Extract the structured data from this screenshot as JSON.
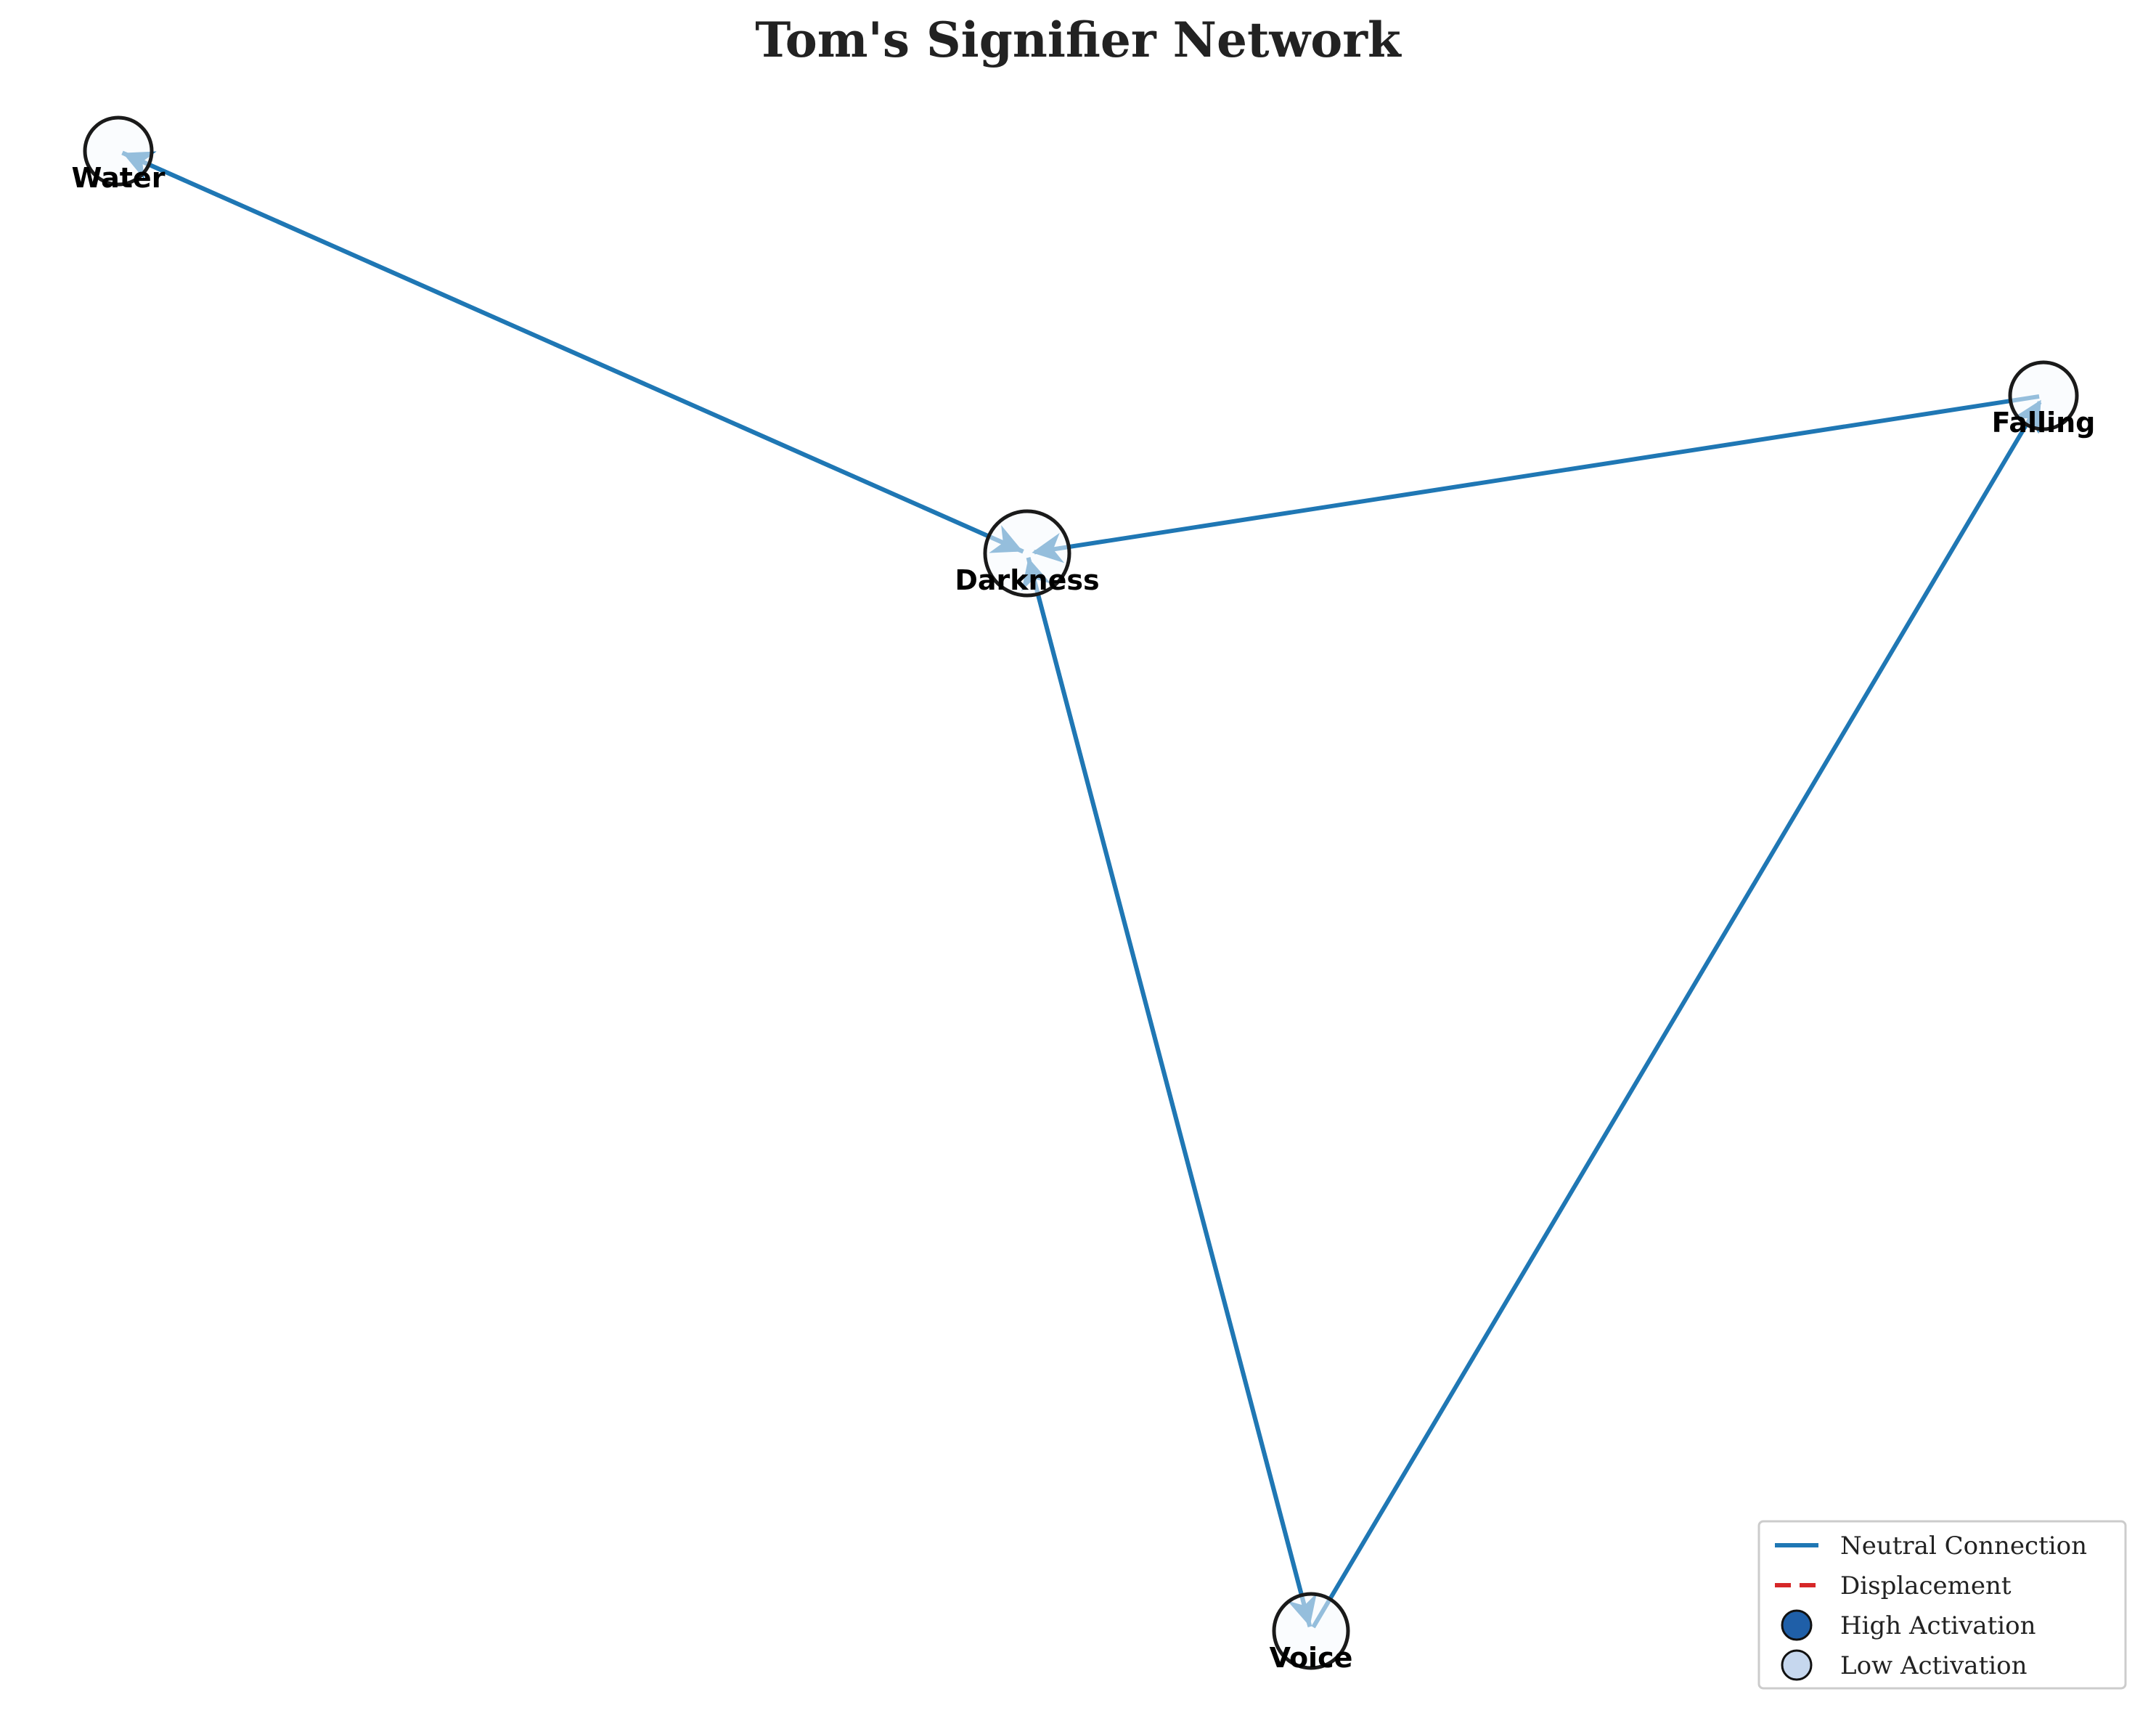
{
  "title": "Tom's Signifier Network",
  "nodes": [
    {
      "id": "water",
      "label": "Water",
      "activation": "low"
    },
    {
      "id": "darkness",
      "label": "Darkness",
      "activation": "low"
    },
    {
      "id": "falling",
      "label": "Falling",
      "activation": "low"
    },
    {
      "id": "voice",
      "label": "Voice",
      "activation": "low"
    }
  ],
  "edges": [
    {
      "source": "darkness",
      "target": "water",
      "type": "neutral"
    },
    {
      "source": "water",
      "target": "darkness",
      "type": "neutral"
    },
    {
      "source": "falling",
      "target": "darkness",
      "type": "neutral"
    },
    {
      "source": "voice",
      "target": "darkness",
      "type": "neutral"
    },
    {
      "source": "darkness",
      "target": "voice",
      "type": "neutral"
    },
    {
      "source": "voice",
      "target": "falling",
      "type": "neutral"
    }
  ],
  "legend": {
    "position": "bottom-right",
    "items": [
      {
        "label": "Neutral Connection",
        "kind": "solid-line",
        "color": "#1f77b4"
      },
      {
        "label": "Displacement",
        "kind": "dashed-line",
        "color": "#d62728"
      },
      {
        "label": "High Activation",
        "kind": "marker",
        "color": "#1f5fa8"
      },
      {
        "label": "Low Activation",
        "kind": "marker",
        "color": "#c6d7ee"
      }
    ]
  },
  "colors": {
    "neutral_edge": "#1f77b4",
    "displacement_edge": "#d62728",
    "node_fill": "#f5f9fe",
    "node_stroke": "#1a1a1a"
  }
}
